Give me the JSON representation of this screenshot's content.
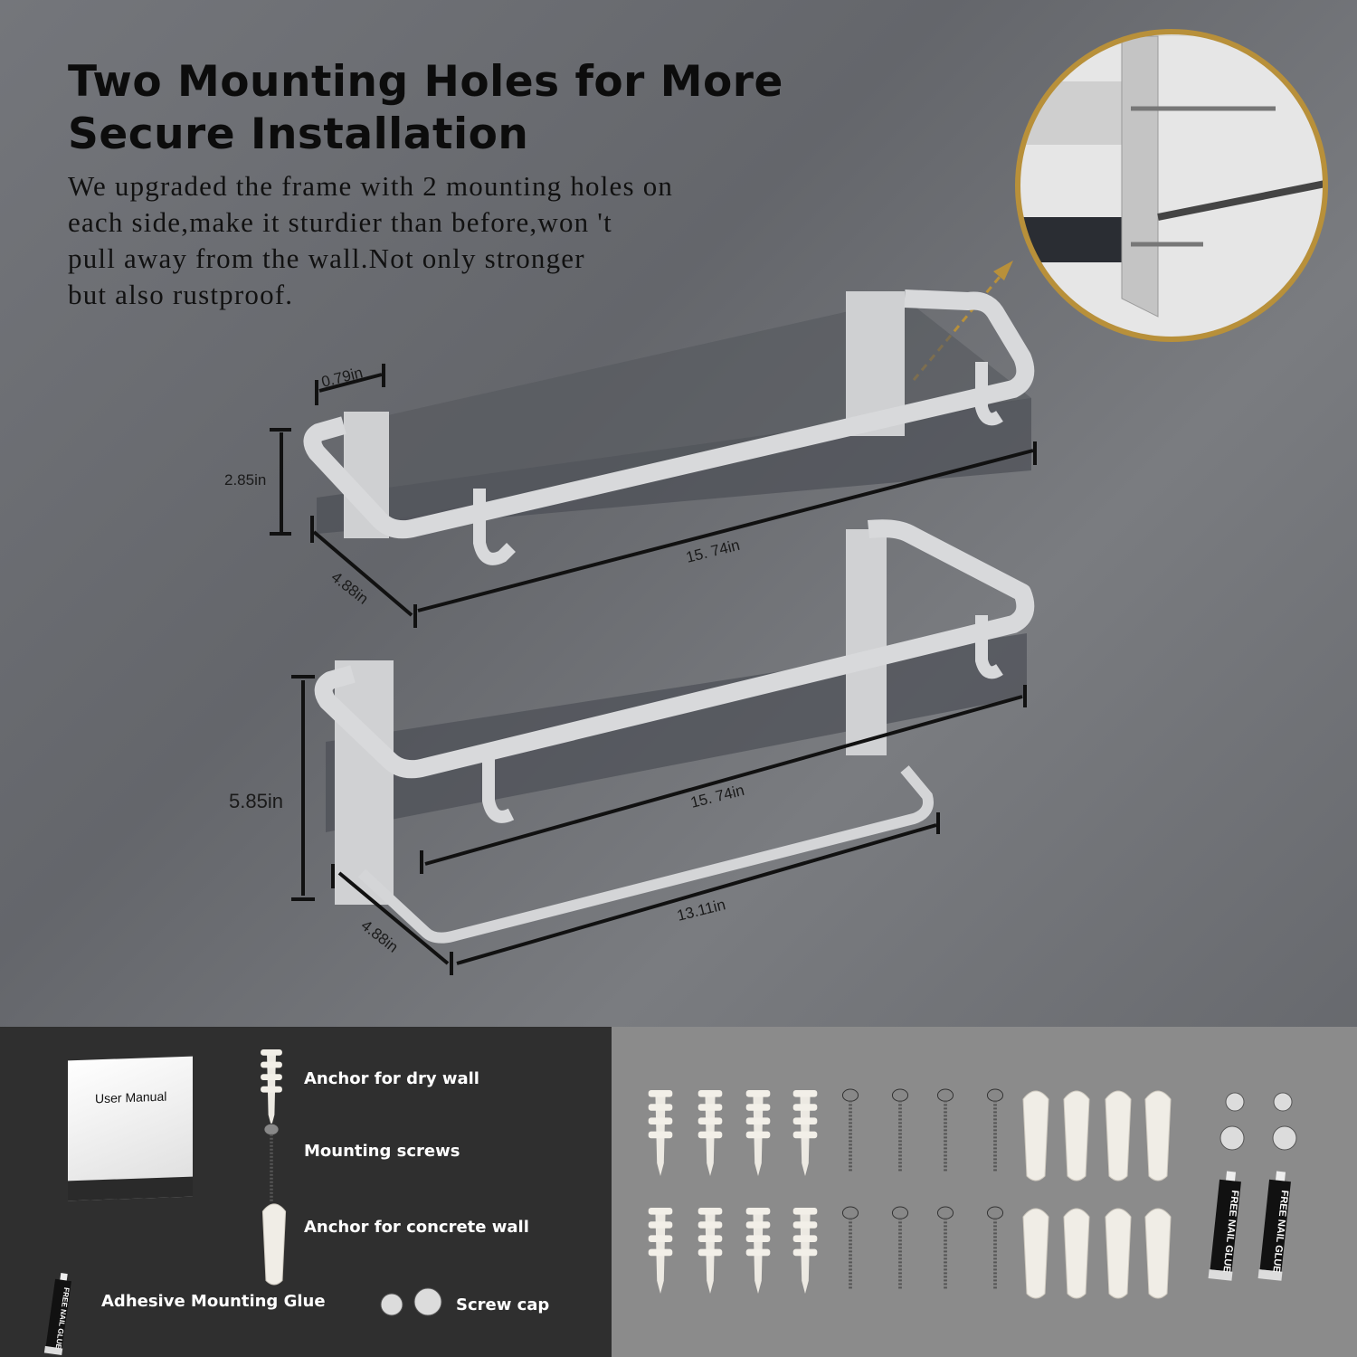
{
  "headline": {
    "title_lines": [
      "Two Mounting Holes for More",
      "Secure Installation"
    ],
    "description_lines": [
      "We upgraded the frame with 2 mounting holes on",
      "each side,make it sturdier than before,won 't",
      "pull away from the wall.Not only stronger",
      "but also rustproof."
    ]
  },
  "dimensions": {
    "top_shelf": {
      "mount_width": "0.79in",
      "height": "2.85in",
      "depth": "4.88in",
      "length": "15. 74in"
    },
    "bottom_shelf": {
      "height": "5.85in",
      "length": "15. 74in",
      "towel_bar_length": "13.11in",
      "depth": "4.88in"
    }
  },
  "accessories": {
    "manual_label": "User Manual",
    "items": [
      {
        "label": "Anchor for dry wall"
      },
      {
        "label": "Mounting screws"
      },
      {
        "label": "Anchor for concrete wall"
      },
      {
        "label": "Adhesive Mounting Glue"
      },
      {
        "label": "Screw cap"
      }
    ],
    "glue_tube_text": "FREE NAIL GLUE"
  },
  "colors": {
    "accent_ring": "#b8903a",
    "dark_panel": "#2f2f2f",
    "light_panel": "#8b8b8b"
  }
}
